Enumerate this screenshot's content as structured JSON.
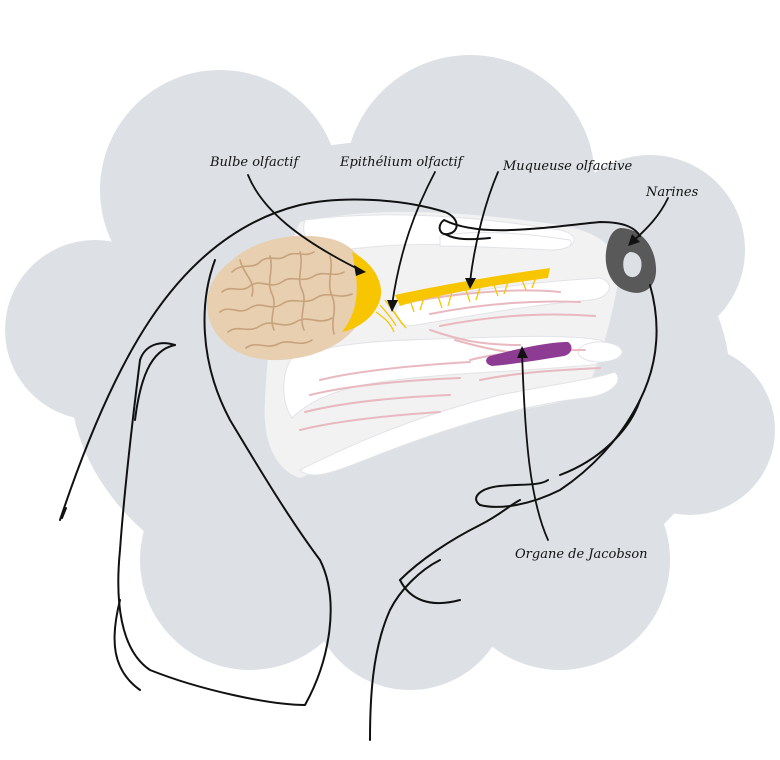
{
  "labels": {
    "bulbe": "Bulbe olfactif",
    "epithelium": "Epithélium olfactif",
    "muqueuse": "Muqueuse olfactive",
    "narines": "Narines",
    "jacobson": "Organe de Jacobson"
  },
  "colors": {
    "cloud": "#dde1e6",
    "cavity": "#f2f2f3",
    "bone": "#ffffff",
    "olfactory_yellow": "#f7c600",
    "brain": "#e7cfb0",
    "brain_line": "#c7a27c",
    "mucosa_lines": "#e8b9c0",
    "jacobson_purple": "#8e3c93",
    "nose": "#595959",
    "outline": "#111111"
  }
}
